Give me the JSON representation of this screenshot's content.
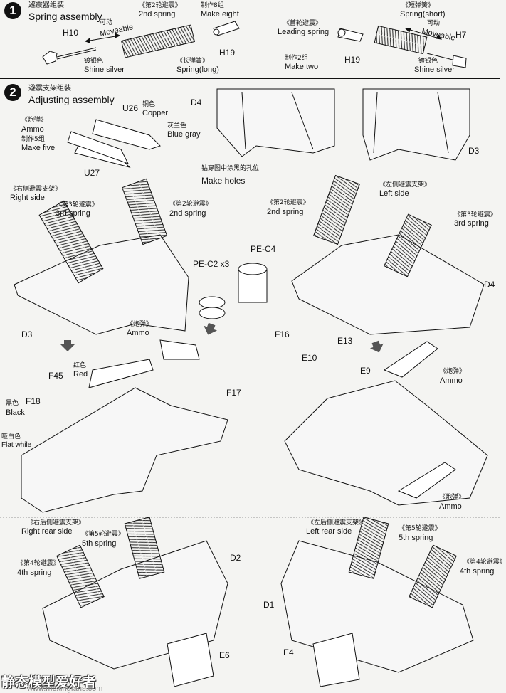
{
  "step1": {
    "number": "1",
    "title_cn": "避震器组装",
    "title_en": "Spring assembly",
    "labels": {
      "h10": "H10",
      "moveable_cn_left": "可动",
      "moveable_left": "Moveable",
      "shine_silver_cn_left": "镀银色",
      "shine_silver_left": "Shine silver",
      "second_spring_cn": "《第2轮避震》",
      "second_spring": "2nd spring",
      "make_eight_cn": "制作8组",
      "make_eight": "Make eight",
      "spring_long_cn": "《长弹簧》",
      "spring_long": "Spring(long)",
      "h19_left": "H19",
      "leading_spring_cn": "《首轮避震》",
      "leading_spring": "Leading spring",
      "h19_right": "H19",
      "make_two_cn": "制作2组",
      "make_two": "Make two",
      "spring_short_cn": "《短弹簧》",
      "spring_short": "Spring(short)",
      "moveable_cn_right": "可动",
      "moveable_right": "Moveable",
      "h7": "H7",
      "shine_silver_cn_right": "镀银色",
      "shine_silver_right": "Shine silver"
    }
  },
  "step2": {
    "number": "2",
    "title_cn": "避震支架组装",
    "title_en": "Adjusting assembly",
    "labels": {
      "ammo_cn": "《炮弹》",
      "ammo": "Ammo",
      "make_five_cn": "制作5组",
      "make_five": "Make five",
      "u26": "U26",
      "copper_cn": "铜色",
      "copper": "Copper",
      "blue_gray_cn": "灰兰色",
      "blue_gray": "Blue gray",
      "u27": "U27",
      "d4_top": "D4",
      "d3_top": "D3",
      "make_holes_cn": "钻穿图中涂黑的孔位",
      "make_holes": "Make holes",
      "right_side_cn": "《右侧避震支架》",
      "right_side": "Right side",
      "third_spring_cn_left": "《第3轮避震》",
      "third_spring_left": "3rd spring",
      "second_spring_cn_left": "《第2轮避震》",
      "second_spring_left": "2nd spring",
      "left_side_cn": "《左侧避震支架》",
      "left_side": "Left side",
      "second_spring_cn_right": "《第2轮避震》",
      "second_spring_right": "2nd spring",
      "third_spring_cn_right": "《第3轮避震》",
      "third_spring_right": "3rd spring",
      "pe_c4": "PE-C4",
      "pe_c2": "PE-C2 x3",
      "d3_mid": "D3",
      "d4_mid": "D4",
      "ammo_cn_mid": "《炮弹》",
      "ammo_mid": "Ammo",
      "f45": "F45",
      "red_cn": "红色",
      "red": "Red",
      "black_cn": "黑色",
      "black": "Black",
      "f18": "F18",
      "flat_white_cn": "哑白色",
      "flat_white": "Flat while",
      "f16": "F16",
      "e13": "E13",
      "e10": "E10",
      "e9": "E9",
      "f17": "F17",
      "ammo_cn_r1": "《炮弹》",
      "ammo_r1": "Ammo",
      "ammo_cn_r2": "《炮弹》",
      "ammo_r2": "Ammo",
      "right_rear_cn": "《右后侧避震支架》",
      "right_rear": "Right rear side",
      "fifth_spring_cn_l": "《第5轮避震》",
      "fifth_spring_l": "5th spring",
      "fourth_spring_cn_l": "《第4轮避震》",
      "fourth_spring_l": "4th spring",
      "d2": "D2",
      "e6": "E6",
      "left_rear_cn": "《左后侧避震支架》",
      "left_rear": "Left rear side",
      "fifth_spring_cn_r": "《第5轮避震》",
      "fifth_spring_r": "5th spring",
      "fourth_spring_cn_r": "《第4轮避震》",
      "fourth_spring_r": "4th spring",
      "d1": "D1",
      "e4": "E4"
    }
  },
  "watermark": {
    "brand": "静态模型爱好者",
    "url": "www.moxingfans.com"
  }
}
